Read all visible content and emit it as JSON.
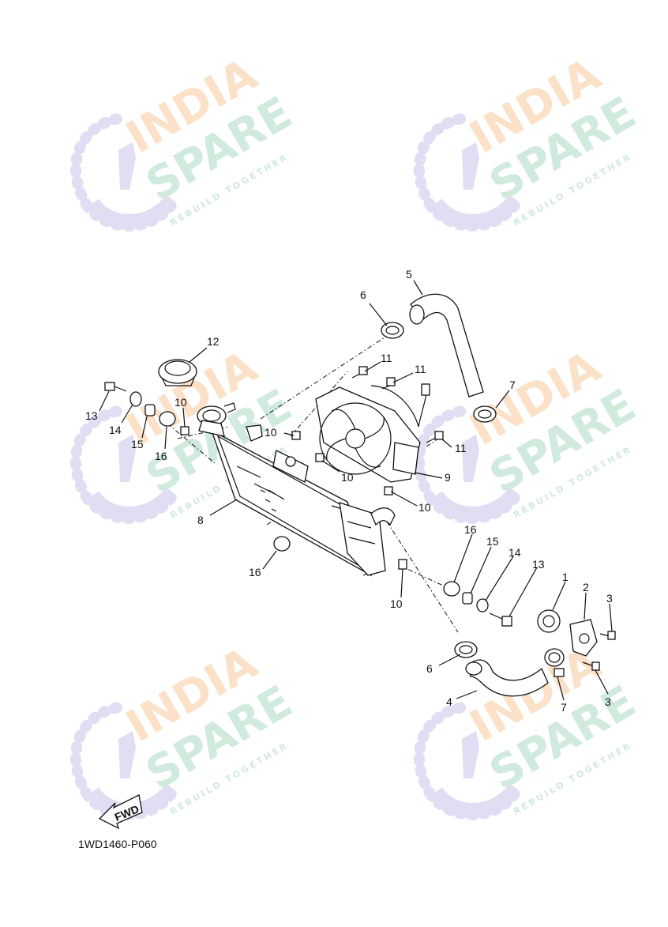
{
  "diagram": {
    "code": "1WD1460-P060",
    "fwd_label": "FWD",
    "watermark": {
      "line1": "INDIA",
      "line2": "SPARE",
      "tagline": "REBUILD TOGETHER"
    },
    "callouts": [
      {
        "id": "c5",
        "label": "5"
      },
      {
        "id": "c6a",
        "label": "6"
      },
      {
        "id": "c12",
        "label": "12"
      },
      {
        "id": "c11a",
        "label": "11"
      },
      {
        "id": "c11b",
        "label": "11"
      },
      {
        "id": "c7a",
        "label": "7"
      },
      {
        "id": "c13a",
        "label": "13"
      },
      {
        "id": "c14a",
        "label": "14"
      },
      {
        "id": "c15a",
        "label": "15"
      },
      {
        "id": "c16a",
        "label": "16"
      },
      {
        "id": "c10a",
        "label": "10"
      },
      {
        "id": "c10b",
        "label": "10"
      },
      {
        "id": "c10c",
        "label": "10"
      },
      {
        "id": "c11c",
        "label": "11"
      },
      {
        "id": "c9",
        "label": "9"
      },
      {
        "id": "c10d",
        "label": "10"
      },
      {
        "id": "c8",
        "label": "8"
      },
      {
        "id": "c16b",
        "label": "16"
      },
      {
        "id": "c16c",
        "label": "16"
      },
      {
        "id": "c15b",
        "label": "15"
      },
      {
        "id": "c14b",
        "label": "14"
      },
      {
        "id": "c13b",
        "label": "13"
      },
      {
        "id": "c1",
        "label": "1"
      },
      {
        "id": "c2",
        "label": "2"
      },
      {
        "id": "c3a",
        "label": "3"
      },
      {
        "id": "c10e",
        "label": "10"
      },
      {
        "id": "c6b",
        "label": "6"
      },
      {
        "id": "c4",
        "label": "4"
      },
      {
        "id": "c7b",
        "label": "7"
      },
      {
        "id": "c3b",
        "label": "3"
      }
    ],
    "colors": {
      "watermark_orange": "#f6c89a",
      "watermark_green": "#a9d9c2",
      "watermark_purple": "#c9c2e8",
      "ink": "#111111"
    }
  }
}
